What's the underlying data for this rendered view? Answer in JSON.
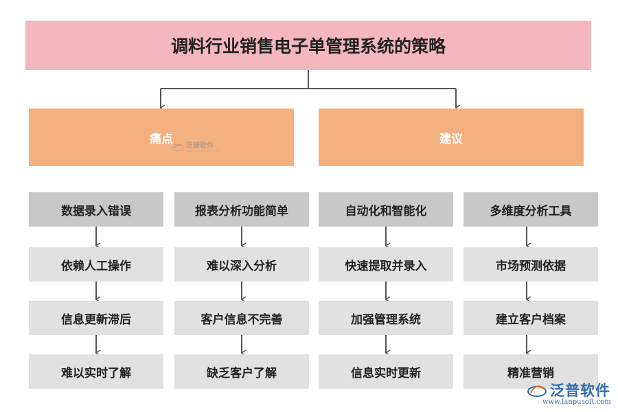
{
  "title": "调料行业销售电子单管理系统的策略",
  "categories": [
    {
      "label": "痛点",
      "columns": [
        [
          "数据录入错误",
          "依赖人工操作",
          "信息更新滞后",
          "难以实时了解"
        ],
        [
          "报表分析功能简单",
          "难以深入分析",
          "客户信息不完善",
          "缺乏客户了解"
        ]
      ]
    },
    {
      "label": "建议",
      "columns": [
        [
          "自动化和智能化",
          "快速提取并录入",
          "加强管理系统",
          "信息实时更新"
        ],
        [
          "多维度分析工具",
          "市场预测依据",
          "建立客户档案",
          "精准营销"
        ]
      ]
    }
  ],
  "watermark": {
    "text": "泛普软件",
    "sub": "www.fanpusoft.com"
  },
  "logo": {
    "name": "泛普软件",
    "url": "www.fanpusoft.com"
  },
  "colors": {
    "title_bg": "#f4b6bf",
    "category_bg": "#f5b07f",
    "head_step_bg": "#c8c8c8",
    "sub_step_bg": "#e1e1e1",
    "connector": "#555555",
    "logo": "#2f6db5"
  }
}
